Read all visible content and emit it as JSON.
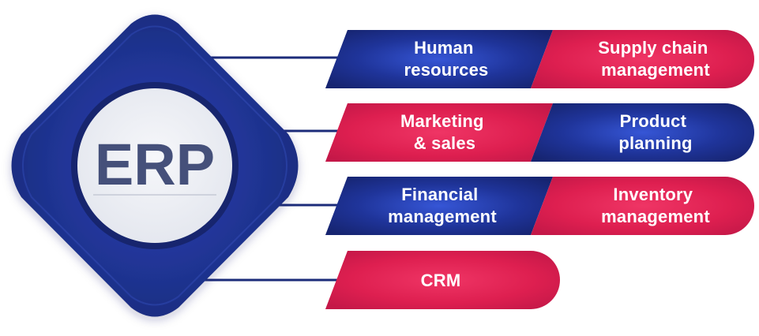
{
  "center": {
    "title": "ERP"
  },
  "modules": [
    {
      "id": "human-resources",
      "lines": [
        "Human",
        "resources"
      ],
      "color": "blue"
    },
    {
      "id": "supply-chain-management",
      "lines": [
        "Supply chain",
        "management"
      ],
      "color": "red"
    },
    {
      "id": "marketing-sales",
      "lines": [
        "Marketing",
        "& sales"
      ],
      "color": "red"
    },
    {
      "id": "product-planning",
      "lines": [
        "Product",
        "planning"
      ],
      "color": "blue"
    },
    {
      "id": "financial-management",
      "lines": [
        "Financial",
        "management"
      ],
      "color": "blue"
    },
    {
      "id": "inventory-management",
      "lines": [
        "Inventory",
        "management"
      ],
      "color": "red"
    },
    {
      "id": "crm",
      "lines": [
        "CRM"
      ],
      "color": "red"
    }
  ],
  "colors": {
    "navy": "#1c2c7a",
    "navy_dark": "#14206a",
    "royal": "#2e4dd0",
    "red": "#e0204f",
    "red_dark": "#c41848",
    "crimson_light": "#ea2d5b",
    "circle_fill": "#edeff5",
    "erp_text": "#45507a"
  }
}
